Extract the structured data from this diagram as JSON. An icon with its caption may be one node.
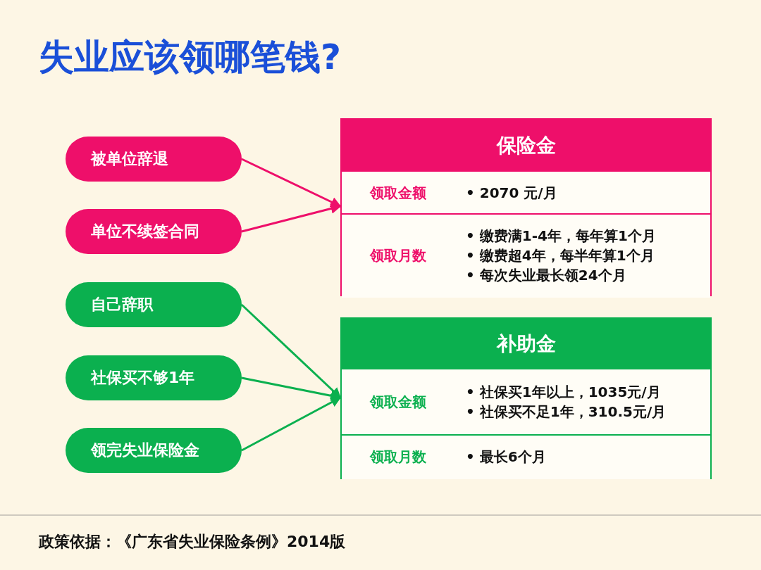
{
  "diagram": {
    "title": "失业应该领哪笔钱?",
    "nodes": [
      {
        "text": [
          "被单位辞退"
        ]
      },
      {
        "text": [
          "单位不续签合同"
        ]
      },
      {
        "text": [
          "自己辞职"
        ]
      },
      {
        "text": [
          "社保买不够1年"
        ]
      },
      {
        "text": [
          "领完失业保险金"
        ]
      },
      {
        "text": [
          "保险金"
        ]
      },
      {
        "text": [
          "领取金额",
          "• 2070 元/月"
        ],
        "in": 5
      },
      {
        "text": [
          "领取月数",
          "• 缴费满1-4年，每年算1个月",
          "• 缴费超4年，每半年算1个月",
          "• 每次失业最长领24个月"
        ],
        "in": 5
      },
      {
        "text": [
          "补助金"
        ]
      },
      {
        "text": [
          "领取金额",
          "• 社保买1年以上，1035元/月",
          "• 社保买不足1年，310.5元/月"
        ],
        "in": 8
      },
      {
        "text": [
          "领取月数",
          "• 最长6个月"
        ],
        "in": 8
      }
    ],
    "edges": [
      {
        "from": 0,
        "to": 5,
        "arrow": "to",
        "color": "#ee0f6a"
      },
      {
        "from": 1,
        "to": 5,
        "arrow": "to",
        "color": "#ee0f6a"
      },
      {
        "from": 2,
        "to": 8,
        "arrow": "to"
      },
      {
        "from": 3,
        "to": 8,
        "arrow": "to"
      },
      {
        "from": 4,
        "to": 8,
        "arrow": "to"
      }
    ],
    "labels": [
      "政策依据：《广东省失业保险条例》2014版"
    ]
  }
}
